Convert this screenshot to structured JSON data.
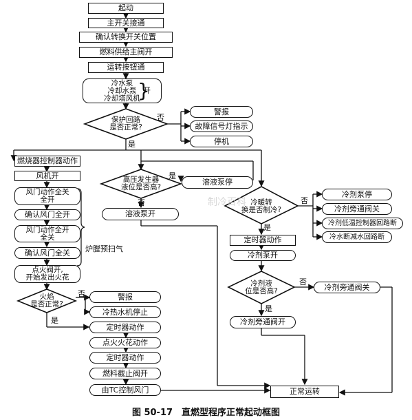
{
  "figure": {
    "caption": "图 50-17　直燃型程序正常起动框图",
    "watermark": "制冷百科"
  },
  "left_column": {
    "start": "起动",
    "main_switch": "主开关接通",
    "confirm_switch": "确认转换开关位置",
    "fuel_valve": "燃料供给主阀开",
    "run_button": "运转按钮通",
    "pumps": [
      "冷水泵",
      "冷却水泵",
      "冷却塔风机"
    ],
    "pumps_on": "开",
    "protect_q": [
      "保护回路",
      "是否正常?"
    ],
    "burner": "燃烧器控制器动作",
    "fan_on": "风机开",
    "damper1": [
      "风门动作全关",
      "全开"
    ],
    "confirm_open": "确认风门全开",
    "damper2": [
      "风门动作全开",
      "全关"
    ],
    "confirm_closed": "确认风门全关",
    "prepurge": "炉膛预扫气",
    "ignite": [
      "点火阀开,",
      "开始发出火花"
    ],
    "flame_q": [
      "火焰",
      "是否正常?"
    ],
    "alarm2": "警报",
    "cool_stop": "冷热水机停止",
    "timer1": "定时器动作",
    "spark": "点火火花动作",
    "timer2": "定时器动作",
    "fuel_cut": "燃料截止阀开",
    "tc_damper": "由TC控制风门"
  },
  "fault_branch": {
    "alarm": "警报",
    "indicator": "故障信号灯指示",
    "stop": "停机"
  },
  "middle": {
    "hp_q": [
      "高压发生器",
      "液位是否高?"
    ],
    "sol_stop": "溶液泵停",
    "sol_on": "溶液泵开"
  },
  "right": {
    "mode_q": [
      "冷暖转",
      "换是否制冷?"
    ],
    "r_pump_stop": "冷剂泵停",
    "r_bypass_close": "冷剂旁通阀关",
    "r_lowtemp": "冷剂低温控制器回路断",
    "cw_cut": "冷水断减水回路断",
    "timer3": "定时器动作",
    "r_pump_on": "冷剂泵开",
    "r_level_q": [
      "冷剂液",
      "位是否高?"
    ],
    "r_bypass_close2": "冷剂旁通阀关",
    "r_bypass_open": "冷剂旁通阀开",
    "normal": "正常运转"
  },
  "labels": {
    "yes": "是",
    "no": "否"
  }
}
